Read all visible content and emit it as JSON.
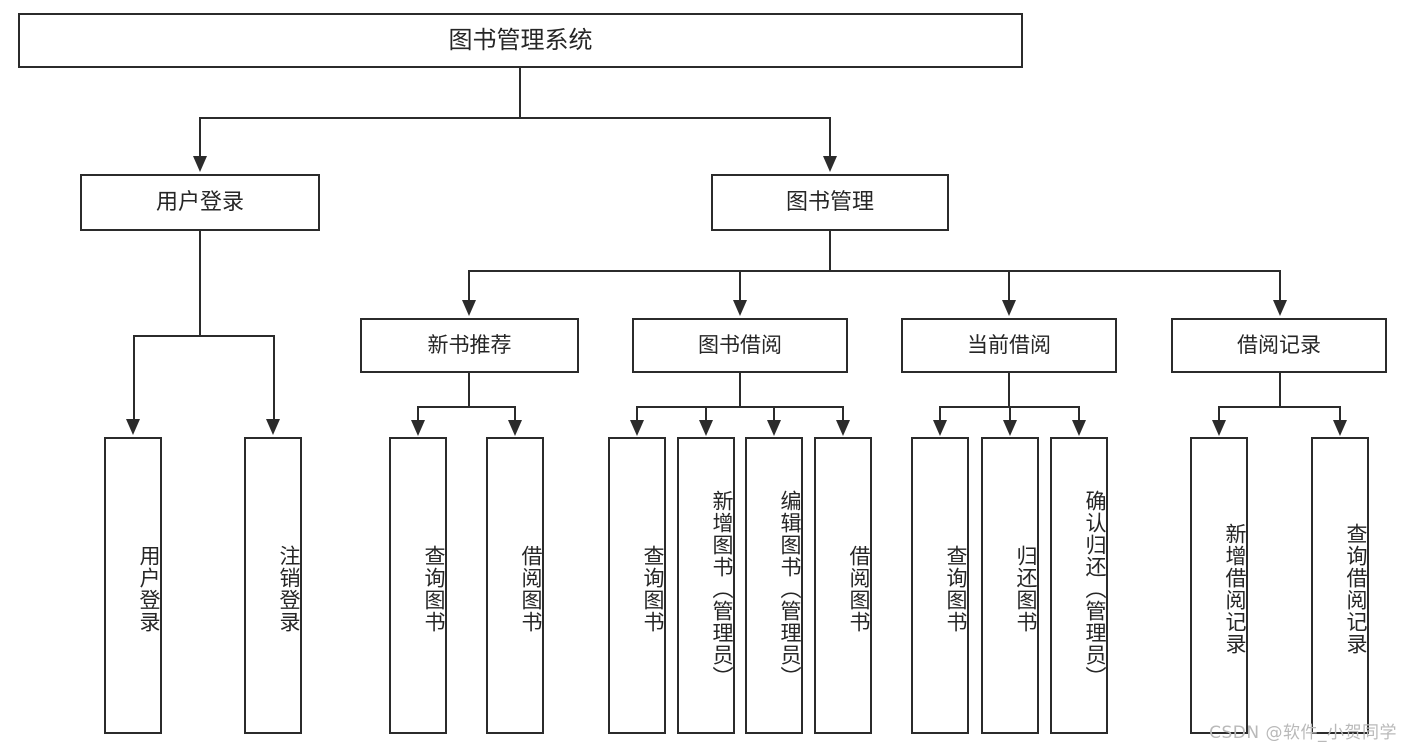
{
  "diagram": {
    "title": "图书管理系统",
    "type": "hierarchy-tree",
    "watermark": "CSDN @软件_小贺同学",
    "root": {
      "id": "root",
      "label": "图书管理系统"
    },
    "level1": [
      {
        "id": "user-login",
        "label": "用户登录"
      },
      {
        "id": "book-manage",
        "label": "图书管理"
      }
    ],
    "level2": [
      {
        "id": "new-book-rec",
        "label": "新书推荐",
        "parent": "book-manage"
      },
      {
        "id": "book-borrow",
        "label": "图书借阅",
        "parent": "book-manage"
      },
      {
        "id": "current-borrow",
        "label": "当前借阅",
        "parent": "book-manage"
      },
      {
        "id": "borrow-record",
        "label": "借阅记录",
        "parent": "book-manage"
      }
    ],
    "leaves": [
      {
        "id": "leaf-user-login",
        "label": "用户登录",
        "parent": "user-login"
      },
      {
        "id": "leaf-logout",
        "label": "注销登录",
        "parent": "user-login"
      },
      {
        "id": "leaf-query-book-1",
        "label": "查询图书",
        "parent": "new-book-rec"
      },
      {
        "id": "leaf-borrow-book-1",
        "label": "借阅图书",
        "parent": "new-book-rec"
      },
      {
        "id": "leaf-query-book-2",
        "label": "查询图书",
        "parent": "book-borrow"
      },
      {
        "id": "leaf-add-book",
        "label": "新增图书（管理员）",
        "parent": "book-borrow"
      },
      {
        "id": "leaf-edit-book",
        "label": "编辑图书（管理员）",
        "parent": "book-borrow"
      },
      {
        "id": "leaf-borrow-book-2",
        "label": "借阅图书",
        "parent": "book-borrow"
      },
      {
        "id": "leaf-query-book-3",
        "label": "查询图书",
        "parent": "current-borrow"
      },
      {
        "id": "leaf-return-book",
        "label": "归还图书",
        "parent": "current-borrow"
      },
      {
        "id": "leaf-confirm-return",
        "label": "确认归还（管理员）",
        "parent": "current-borrow"
      },
      {
        "id": "leaf-add-record",
        "label": "新增借阅记录",
        "parent": "borrow-record"
      },
      {
        "id": "leaf-query-record",
        "label": "查询借阅记录",
        "parent": "borrow-record"
      }
    ],
    "colors": {
      "stroke": "#2b2b2b",
      "fill": "#ffffff",
      "text": "#262626",
      "watermark": "#b9b9b9"
    }
  }
}
